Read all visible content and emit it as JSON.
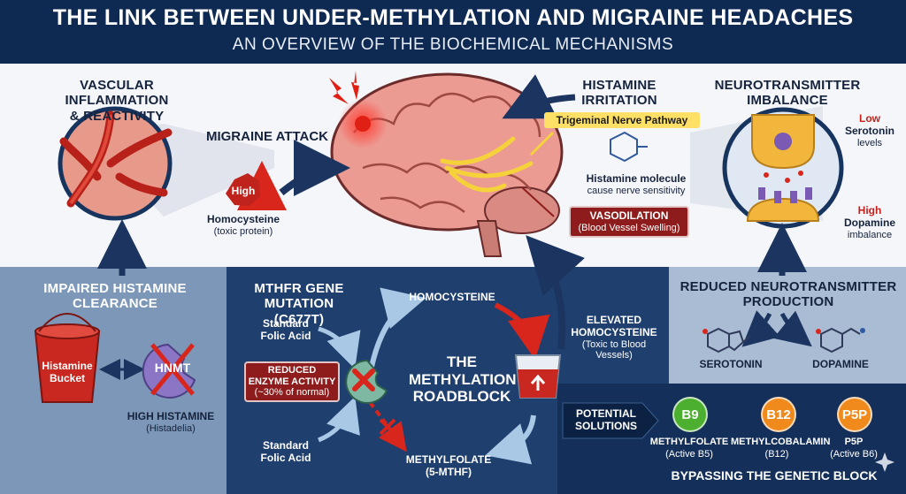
{
  "header": {
    "title": "THE LINK BETWEEN UNDER-METHYLATION AND MIGRAINE HEADACHES",
    "subtitle": "AN OVERVIEW OF THE BIOCHEMICAL MECHANISMS"
  },
  "vascular": {
    "title_line1": "VASCULAR INFLAMMATION",
    "title_line2": "& REACTIVITY"
  },
  "migraine": {
    "label": "MIGRAINE ATTACK"
  },
  "homocysteine_top": {
    "badge": "High",
    "name": "Homocysteine",
    "desc": "(toxic protein)"
  },
  "histamine": {
    "title_line1": "HISTAMINE",
    "title_line2": "IRRITATION",
    "pathway": "Trigeminal Nerve Pathway",
    "molecule_name": "Histamine molecule",
    "molecule_desc": "cause nerve sensitivity"
  },
  "vasodilation": {
    "title": "VASODILATION",
    "desc": "(Blood Vessel Swelling)"
  },
  "neuro": {
    "title_line1": "NEUROTRANSMITTER",
    "title_line2": "IMBALANCE",
    "low": "Low",
    "serotonin": "Serotonin",
    "levels": "levels",
    "high": "High",
    "dopamine": "Dopamine",
    "imbalance": "imbalance"
  },
  "impaired": {
    "title_line1": "IMPAIRED HISTAMINE",
    "title_line2": "CLEARANCE",
    "bucket_line1": "Histamine",
    "bucket_line2": "Bucket",
    "enzyme": "HNMT",
    "high": "HIGH HISTAMINE",
    "note": "(Histadelia)"
  },
  "mthfr": {
    "title_line1": "MTHFR GENE MUTATION",
    "title_line2": "(C677T)",
    "folic_top_line1": "Standard",
    "folic_top_line2": "Folic Acid",
    "folic_bottom_line1": "Standard",
    "folic_bottom_line2": "Folic Acid",
    "reduced_line1": "REDUCED",
    "reduced_line2": "ENZYME ACTIVITY",
    "reduced_line3": "(~30% of normal)",
    "homocysteine": "HOMOCYSTEINE",
    "roadblock_line1": "THE",
    "roadblock_line2": "METHYLATION",
    "roadblock_line3": "ROADBLOCK",
    "methylfolate_line1": "METHYLFOLATE",
    "methylfolate_line2": "(5-MTHF)",
    "elevated_line1": "ELEVATED",
    "elevated_line2": "HOMOCYSTEINE",
    "elevated_line3": "(Toxic to Blood Vessels)"
  },
  "reduced_neuro": {
    "title_line1": "REDUCED NEUROTRANSMITTER",
    "title_line2": "PRODUCTION",
    "serotonin": "SEROTONIN",
    "dopamine": "DOPAMINE"
  },
  "solutions": {
    "label_line1": "POTENTIAL",
    "label_line2": "SOLUTIONS",
    "items": [
      {
        "badge": "B9",
        "name": "METHYLFOLATE",
        "sub": "(Active B5)",
        "color": "#4caf2f"
      },
      {
        "badge": "B12",
        "name": "METHYLCOBALAMIN",
        "sub": "(B12)",
        "color": "#f08a1c"
      },
      {
        "badge": "P5P",
        "name": "P5P",
        "sub": "(Active B6)",
        "color": "#f08a1c"
      }
    ],
    "footer": "BYPASSING THE GENETIC BLOCK"
  },
  "icons": [
    "lightning-icon",
    "brain-illustration",
    "blood-vessel-illustration",
    "synapse-illustration",
    "bucket-icon",
    "enzyme-icon",
    "cross-icon",
    "cup-icon",
    "histamine-molecule-icon",
    "serotonin-molecule-icon",
    "dopamine-molecule-icon",
    "sparkle-icon"
  ]
}
